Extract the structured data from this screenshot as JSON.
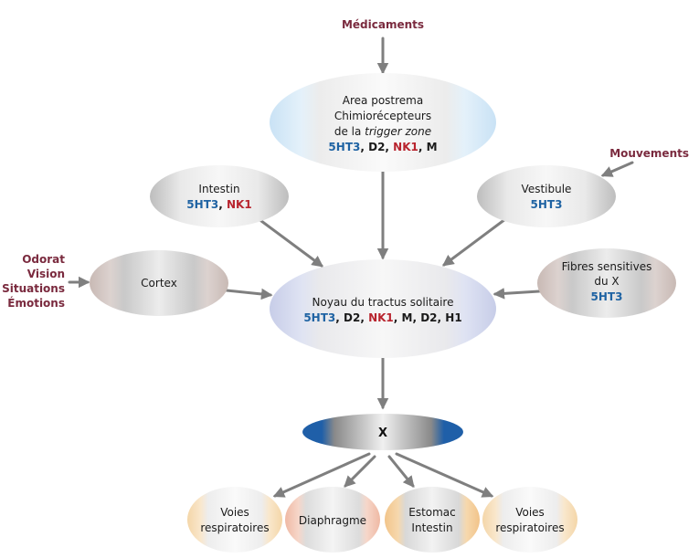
{
  "inputs": {
    "medicaments": "Médicaments",
    "mouvements": "Mouvements",
    "odorat": "Odorat",
    "vision": "Vision",
    "situations": "Situations",
    "emotions": "Émotions"
  },
  "area_postrema": {
    "line1": "Area postrema",
    "line2": "Chimiorécepteurs",
    "line3_prefix": "de la ",
    "line3_italic": "trigger zone",
    "r_5ht3": "5HT3",
    "r_d2": "D2",
    "r_nk1": "NK1",
    "r_m": "M",
    "sep": ", "
  },
  "intestin": {
    "label": "Intestin",
    "r_5ht3": "5HT3",
    "r_nk1": "NK1",
    "sep": ", "
  },
  "vestibule": {
    "label": "Vestibule",
    "r_5ht3": "5HT3"
  },
  "cortex": {
    "label": "Cortex"
  },
  "fibres": {
    "line1": "Fibres sensitives",
    "line2": "du X",
    "r_5ht3": "5HT3"
  },
  "noyau": {
    "label": "Noyau du tractus solitaire",
    "r_5ht3": "5HT3",
    "r_d2": "D2",
    "r_nk1": "NK1",
    "r_m": "M",
    "r_d2b": "D2",
    "r_h1": "H1",
    "sep": ", "
  },
  "x_node": {
    "label": "X"
  },
  "effectors": {
    "voies1_l1": "Voies",
    "voies1_l2": "respiratoires",
    "diaphragme": "Diaphragme",
    "estomac_l1": "Estomac",
    "estomac_l2": "Intestin",
    "voies2_l1": "Voies",
    "voies2_l2": "respiratoires"
  },
  "colors": {
    "blue_receptor": "#1f63a3",
    "red_receptor": "#b8242e",
    "input_label": "#7a2a3e",
    "arrow": "#7f7f7f",
    "x_blue": "#1f5fa8"
  }
}
